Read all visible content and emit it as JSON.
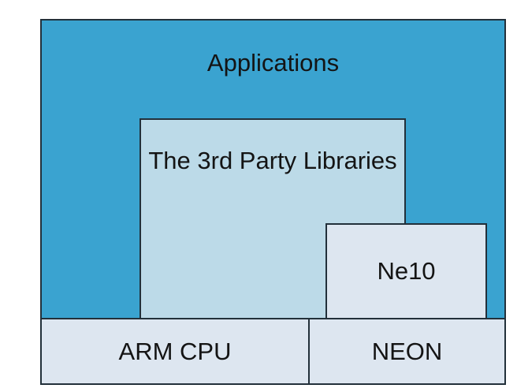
{
  "diagram": {
    "type": "block-diagram",
    "description": "Software stack diagram showing Applications over 3rd party libraries and Ne10 on top of ARM CPU and NEON hardware",
    "background_color": "#ffffff",
    "border_color": "#22303a",
    "text_color": "#141414"
  },
  "boxes": {
    "applications": {
      "label": "Applications",
      "fill": "#3AA3D0"
    },
    "third_party": {
      "label": "The 3rd Party Libraries",
      "fill": "#BCDAE8"
    },
    "ne10": {
      "label": "Ne10",
      "fill": "#DDE6F0"
    },
    "arm_cpu": {
      "label": "ARM CPU",
      "fill": "#DDE6F0"
    },
    "neon": {
      "label": "NEON",
      "fill": "#DDE6F0"
    }
  }
}
